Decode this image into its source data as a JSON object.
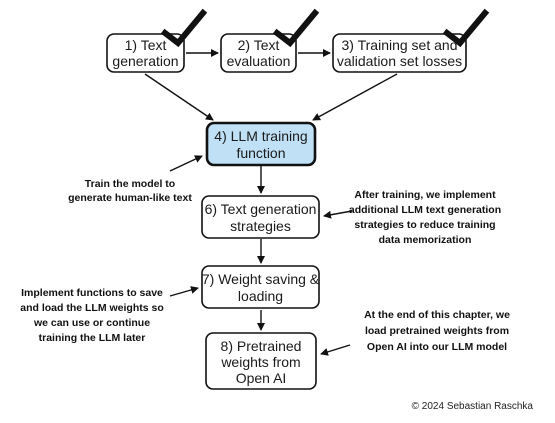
{
  "colors": {
    "box_fill": "#ffffff",
    "box_stroke": "#111111",
    "highlight_fill": "#bfe0f5",
    "arrow": "#111111",
    "checkmark": "#111111"
  },
  "steps": [
    {
      "id": "text-generation",
      "lines": [
        "1) Text",
        "generation"
      ],
      "checked": true
    },
    {
      "id": "text-evaluation",
      "lines": [
        "2) Text",
        "evaluation"
      ],
      "checked": true
    },
    {
      "id": "losses",
      "lines": [
        "3) Training set and",
        "validation set losses"
      ],
      "checked": true
    },
    {
      "id": "llm-training-function",
      "lines": [
        "4) LLM training",
        "function"
      ],
      "highlighted": true
    },
    {
      "id": "text-generation-strategies",
      "lines": [
        "6) Text generation",
        "strategies"
      ]
    },
    {
      "id": "weight-saving-loading",
      "lines": [
        "7) Weight saving &",
        "loading"
      ]
    },
    {
      "id": "pretrained-weights",
      "lines": [
        "8) Pretrained",
        "weights from",
        "Open AI"
      ]
    }
  ],
  "annotations": {
    "train_model": [
      "Train the model to",
      "generate human-like text"
    ],
    "after_training": [
      "After training, we implement",
      "additional LLM text generation",
      "strategies to reduce training",
      "data memorization"
    ],
    "implement_functions": [
      "Implement functions to save",
      "and load the LLM weights so",
      "we can use or continue",
      "training the LLM later"
    ],
    "end_of_chapter": [
      "At the end of this chapter, we",
      "load pretrained weights from",
      "Open AI into our LLM model"
    ]
  },
  "credit": "© 2024 Sebastian Raschka"
}
